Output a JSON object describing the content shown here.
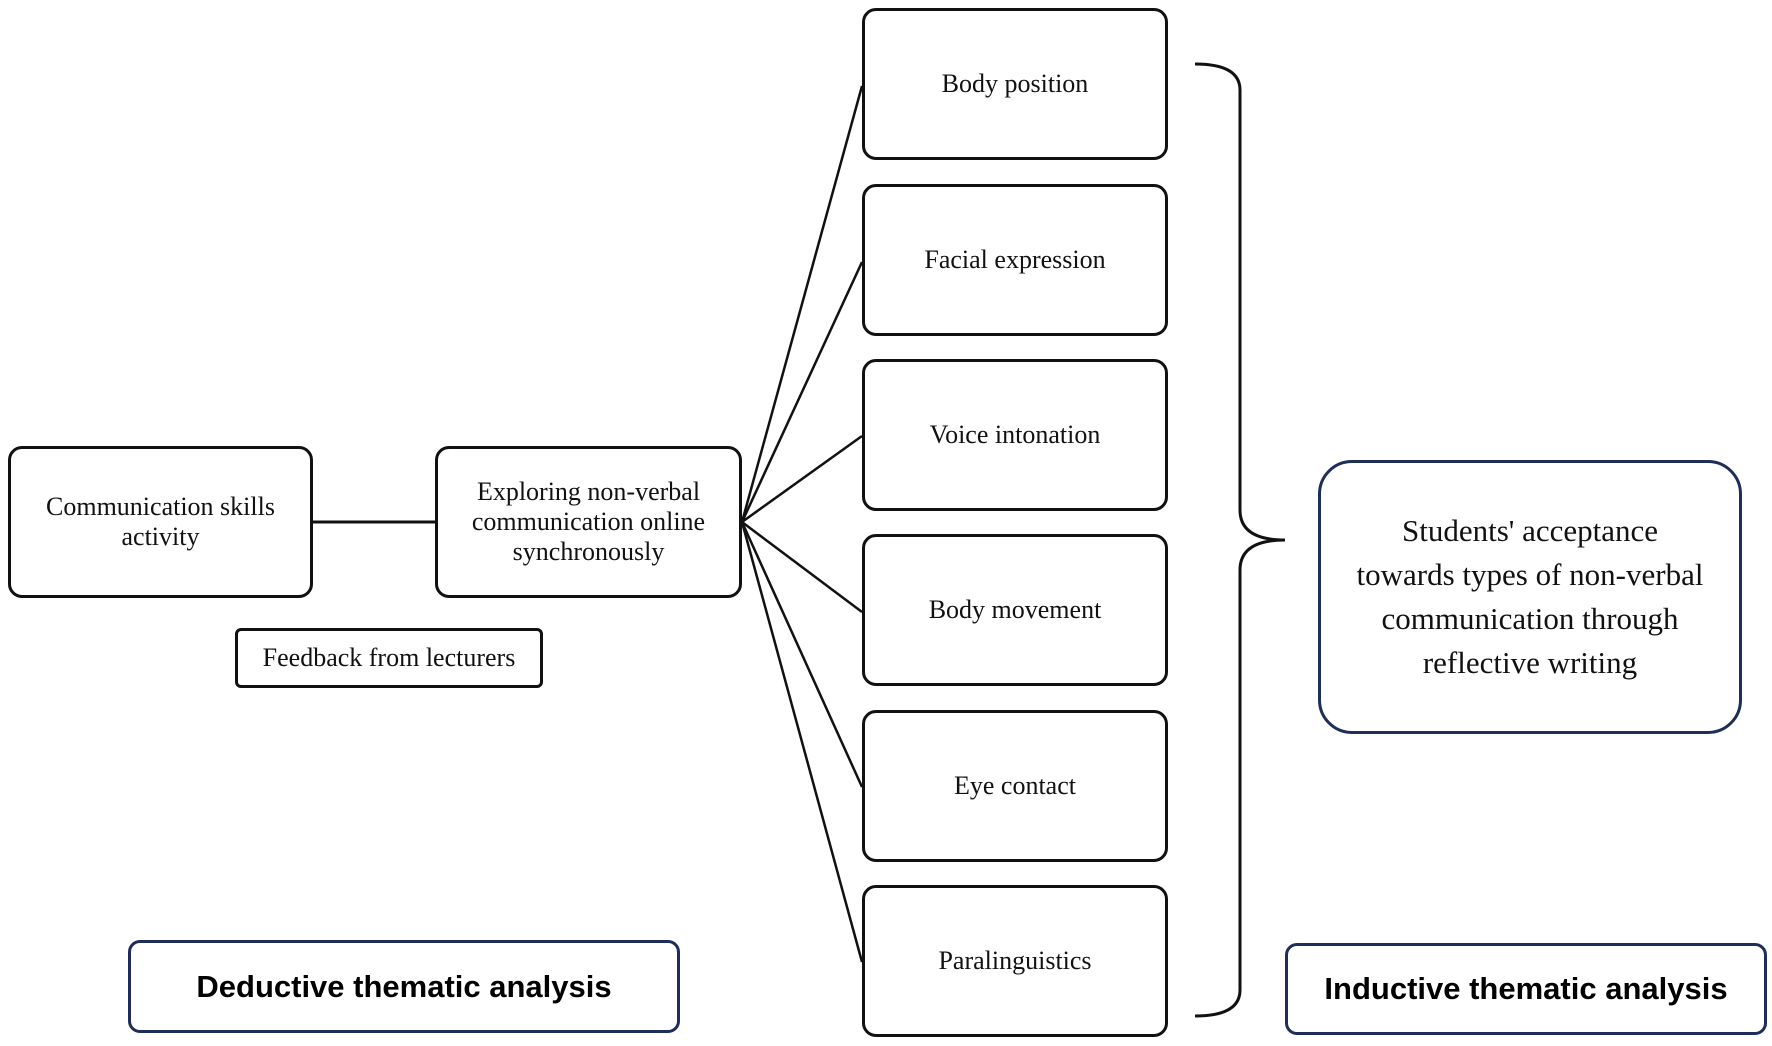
{
  "diagram": {
    "activity": "Communication skills activity",
    "exploring": "Exploring non-verbal communication online synchronously",
    "feedback": "Feedback from lecturers",
    "types": [
      "Body position",
      "Facial expression",
      "Voice intonation",
      "Body movement",
      "Eye contact",
      "Paralinguistics"
    ],
    "theme": "Students' acceptance towards types of non-verbal communication through reflective writing",
    "deductive_label": "Deductive thematic analysis",
    "inductive_label": "Inductive thematic analysis",
    "colors": {
      "line": "#111111",
      "accent_border": "#1e2d59"
    }
  }
}
